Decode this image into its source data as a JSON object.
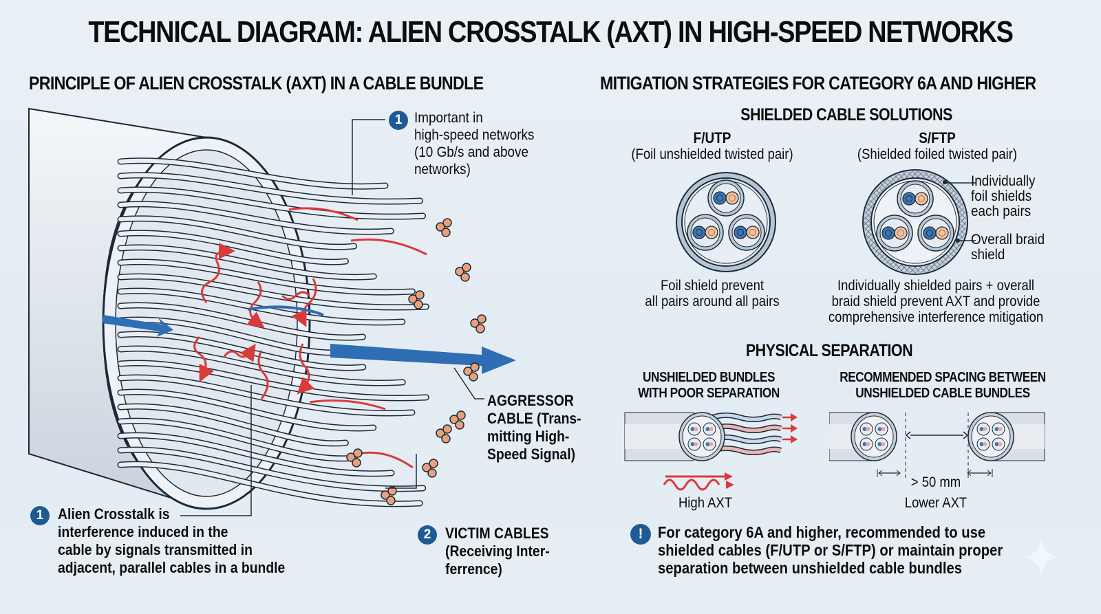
{
  "title": "TECHNICAL DIAGRAM: ALIEN CROSSTALK (AXT) IN HIGH-SPEED NETWORKS",
  "left_panel": {
    "heading": "PRINCIPLE OF ALIEN CROSSTALK (AXT) IN A CABLE BUNDLE",
    "callout_top": {
      "badge": "1",
      "lines": [
        "Important in",
        "high-speed networks",
        "(10 Gb/s and above",
        "networks)"
      ]
    },
    "callout_aggressor": {
      "lines": [
        "AGGRESSOR",
        "CABLE (Trans-",
        "mitting High-",
        "Speed Signal)"
      ]
    },
    "callout_definition": {
      "badge": "1",
      "lines": [
        "Alien Crosstalk is",
        "interference induced in  the",
        "cable by signals transmitted in",
        "adjacent, parallel cables in a bundle"
      ]
    },
    "callout_victim": {
      "badge": "2",
      "lines": [
        "VICTIM CABLES",
        "(Receiving Inter-",
        "ferrence)"
      ]
    }
  },
  "right_panel": {
    "heading": "MITIGATION STRATEGIES FOR CATEGORY 6A AND HIGHER",
    "shielded": {
      "heading": "SHIELDED CABLE SOLUTIONS",
      "futp": {
        "name": "F/UTP",
        "desc": "(Foil unshielded twisted pair)",
        "caption": [
          "Foil shield prevent",
          "all pairs around all pairs"
        ]
      },
      "sftp": {
        "name": "S/FTP",
        "desc": "(Shielded foiled twisted pair)",
        "label_foil": [
          "Individually",
          "foil shields",
          "each pairs"
        ],
        "label_braid": [
          "Overall braid",
          "shield"
        ],
        "caption": [
          "Individually shielded pairs + overall",
          "braid shield prevent AXT and provide",
          "comprehensive interference mitigation"
        ]
      }
    },
    "separation": {
      "heading": "PHYSICAL SEPARATION",
      "poor": {
        "heading": [
          "UNSHIELDED BUNDLES",
          "WITH POOR SEPARATION"
        ],
        "result": "High AXT"
      },
      "spaced": {
        "heading": [
          "RECOMMENDED SPACING BETWEEN",
          "UNSHIELDED CABLE BUNDLES"
        ],
        "distance": "> 50 mm",
        "result": "Lower AXT"
      }
    },
    "note": {
      "icon": "!",
      "lines": [
        "For category 6A and higher, recommended to use",
        "shielded cables (F/UTP or S/FTP) or maintain proper",
        "separation between unshielded cable bundles"
      ]
    }
  },
  "colors": {
    "badge": "#1f5a94",
    "signal_red": "#d93a3a",
    "signal_blue": "#2f6db5",
    "outline": "#1b2a3a",
    "jacket": "#dfe5ec",
    "copper": "#e8a27a"
  }
}
